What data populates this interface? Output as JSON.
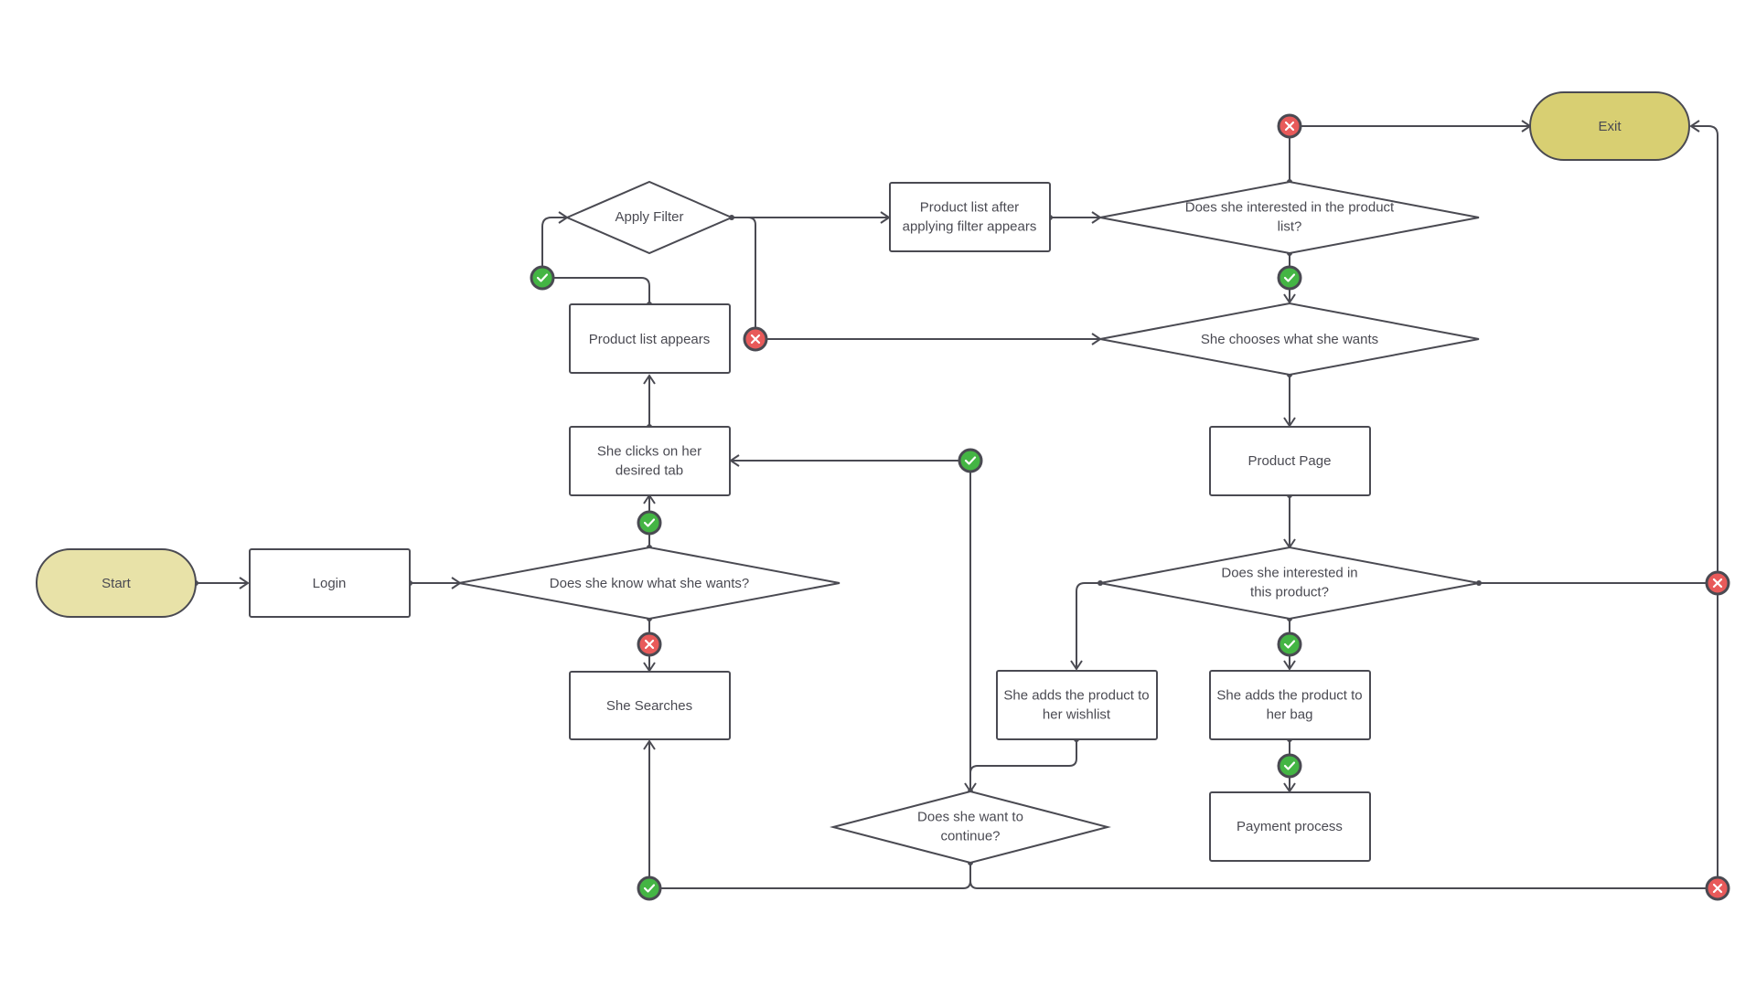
{
  "colors": {
    "line": "#4a4a52",
    "start_fill": "#e8e2a8",
    "exit_fill": "#d8cf72",
    "yes": "#44b544",
    "no": "#e85a5a",
    "badge_ring": "#4a4a52"
  },
  "nodes": {
    "start": "Start",
    "login": "Login",
    "know": "Does she know what she wants?",
    "searches": "She Searches",
    "clicks_tab": "She clicks on her desired tab",
    "product_list": "Product list appears",
    "apply_filter": "Apply Filter",
    "filtered_list": "Product list after applying filter appears",
    "interested_list": "Does she interested in the product list?",
    "chooses": "She chooses what she wants",
    "product_page": "Product Page",
    "interested_product": "Does she interested in this product?",
    "wishlist": "She adds the product to her wishlist",
    "bag": "She adds the product to her bag",
    "payment": "Payment process",
    "continue": "Does she want to continue?",
    "exit": "Exit"
  },
  "badges": [
    {
      "kind": "yes",
      "icon": "check-icon"
    },
    {
      "kind": "no",
      "icon": "cross-icon"
    }
  ]
}
